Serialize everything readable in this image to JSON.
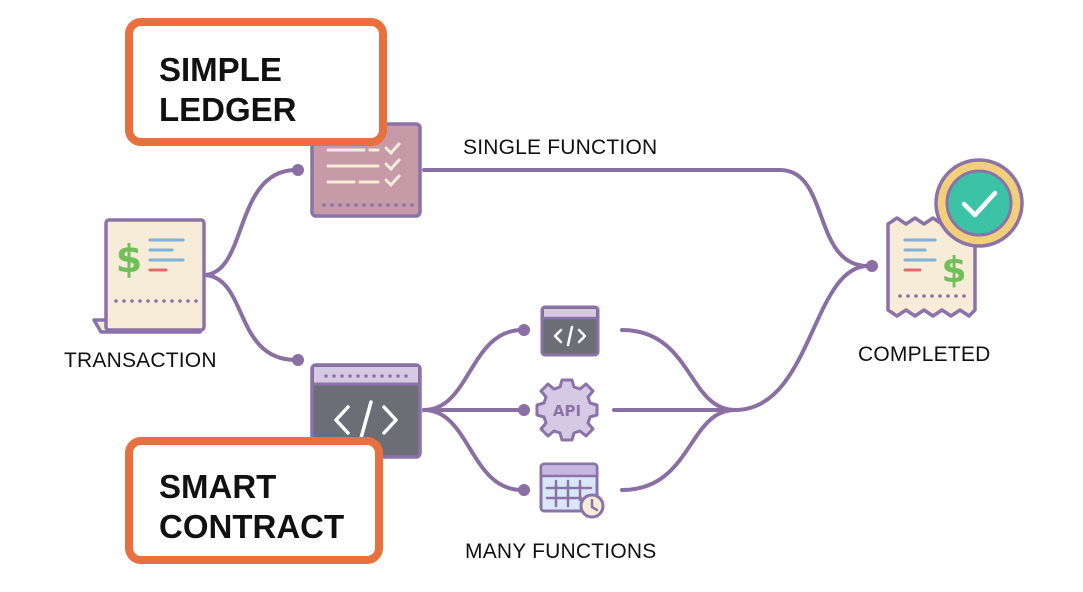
{
  "nodes": {
    "simple_ledger": {
      "line1": "SIMPLE",
      "line2": "LEDGER"
    },
    "smart_contract": {
      "line1": "SMART",
      "line2": "CONTRACT"
    },
    "transaction": {
      "label": "TRANSACTION"
    },
    "completed": {
      "label": "COMPLETED"
    }
  },
  "edges": {
    "single_function": "SINGLE FUNCTION",
    "many_functions": "MANY FUNCTIONS"
  },
  "icons": {
    "ledger": "ledger-checklist-icon",
    "contract": "code-window-icon",
    "transaction": "receipt-dollar-icon",
    "completed": "receipt-check-icon",
    "function_code": "code-window-small-icon",
    "function_api": "api-gear-icon",
    "function_schedule": "calendar-clock-icon",
    "api_text": "API",
    "dollar": "$"
  },
  "colors": {
    "accent_box": "#e8703f",
    "connector": "#8a6fa3",
    "outline": "#8b72a8",
    "ledger_fill": "#c79aa7",
    "code_fill": "#6b6e75",
    "paper": "#f6ecd8",
    "money": "#6fc05a",
    "check_ring": "#f2cf7b",
    "check_fill": "#3cc3a6"
  }
}
